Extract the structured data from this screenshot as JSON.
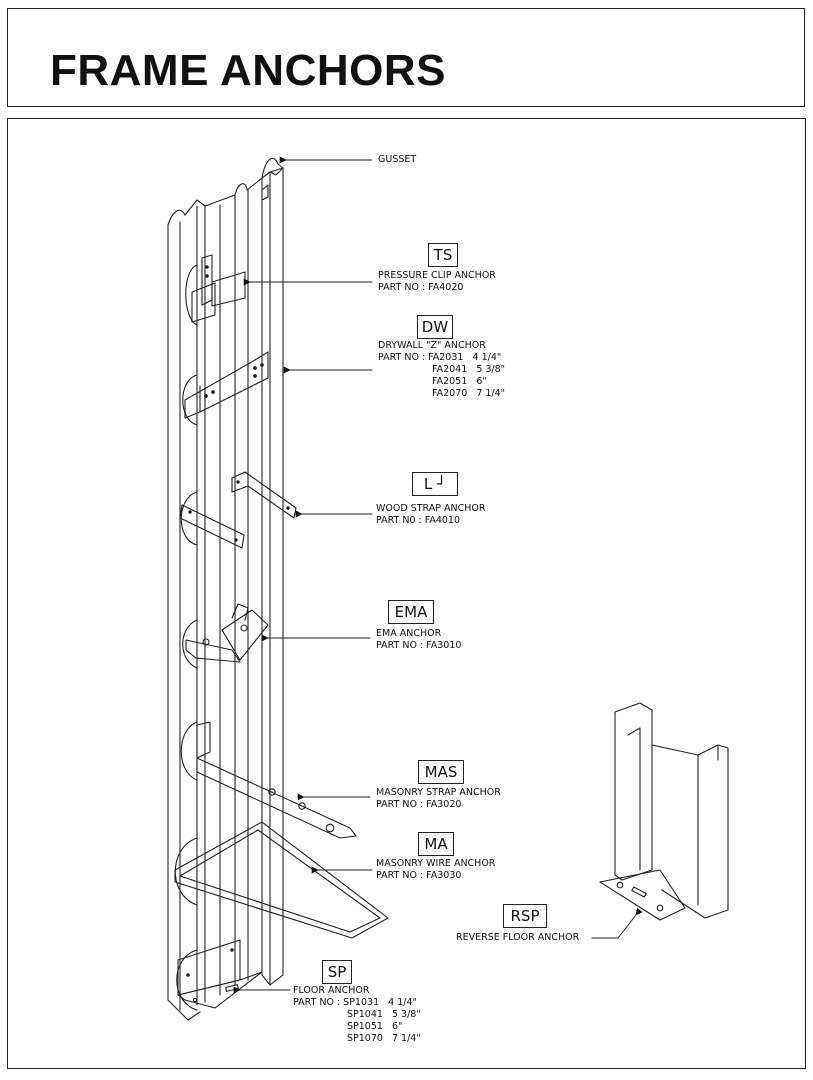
{
  "title": "FRAME ANCHORS",
  "labels": {
    "gusset": "GUSSET",
    "ts": {
      "code": "TS",
      "name": "PRESSURE CLIP ANCHOR",
      "part": "PART NO : FA4020"
    },
    "dw": {
      "code": "DW",
      "name": "DRYWALL \"Z\" ANCHOR",
      "parts": [
        "PART NO : FA2031   4 1/4\"",
        "FA2041   5 3/8\"",
        "FA2051   6\"",
        "FA2070   7 1/4\""
      ]
    },
    "l": {
      "code": "L  ┘",
      "name": "WOOD STRAP ANCHOR",
      "part": "PART N0 : FA4010"
    },
    "ema": {
      "code": "EMA",
      "name": "EMA ANCHOR",
      "part": "PART NO : FA3010"
    },
    "mas": {
      "code": "MAS",
      "name": "MASONRY STRAP ANCHOR",
      "part": "PART NO : FA3020"
    },
    "ma": {
      "code": "MA",
      "name": "MASONRY WIRE ANCHOR",
      "part": "PART NO : FA3030"
    },
    "rsp": {
      "code": "RSP",
      "name": "REVERSE FLOOR ANCHOR"
    },
    "sp": {
      "code": "SP",
      "name": "FLOOR ANCHOR",
      "parts": [
        "PART NO : SP1031   4 1/4\"",
        "SP1041   5 3/8\"",
        "SP1051   6\"",
        "SP1070   7 1/4\""
      ]
    }
  }
}
